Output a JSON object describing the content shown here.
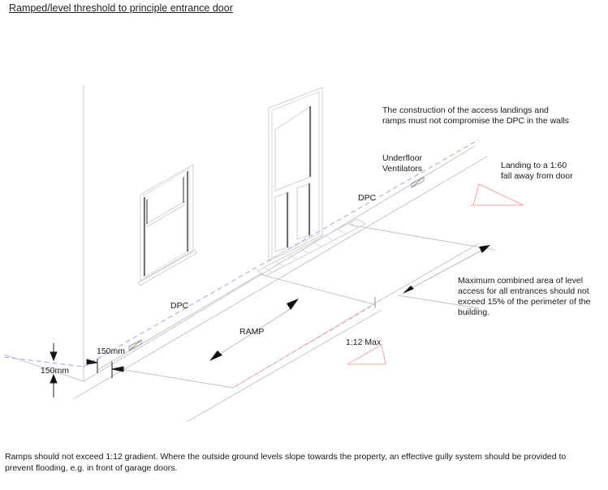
{
  "title": "Ramped/level threshold to principle entrance door",
  "annotations": {
    "dpc_note": "The construction of the access landings and ramps must not compromise the DPC in the walls",
    "underfloor_ventilators": "Underfloor Ventilators",
    "dpc_upper": "DPC",
    "dpc_lower": "DPC",
    "landing_note": "Landing to a 1:60 fall away from door",
    "max_area_note": "Maximum combined area of level access for all entrances should not exceed 15% of the perimeter of the building.",
    "ramp": "RAMP",
    "gradient": "1:12 Max",
    "dim_horizontal": "150mm",
    "dim_vertical": "150mm"
  },
  "footer": "Ramps should not exceed 1:12 gradient. Where the outside ground levels slope towards the property, an effective gully system should be provided to prevent flooding, e.g. in front of garage doors.",
  "colors": {
    "line": "#bdbdbd",
    "dark_line": "#333333",
    "dpc_dash": "#9a9ae0",
    "gradient_red": "#f08080"
  }
}
